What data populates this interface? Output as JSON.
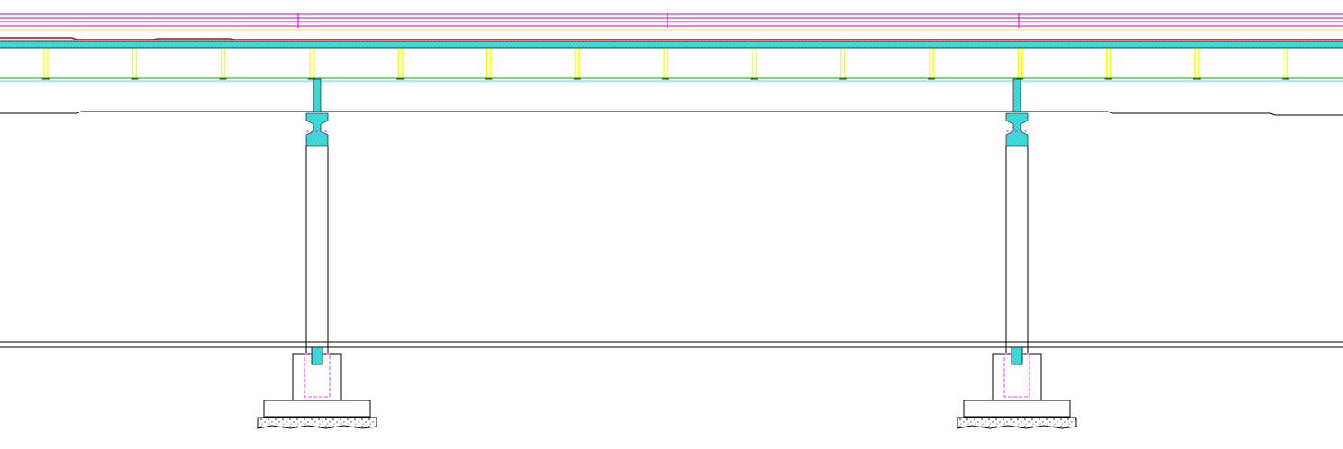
{
  "drawing": {
    "type": "structural elevation (CAD line drawing)",
    "colors": {
      "background": "#ffffff",
      "line": "#000000",
      "deck_hatch": "#40e0e0",
      "purlin_yellow": "#ffff00",
      "magenta_lines": "#cc00cc",
      "red_line": "#cc0000",
      "pink_dashed": "#ff00ff",
      "green_line": "#00aa00"
    },
    "purlin_count": 15,
    "column_count": 2,
    "labels": []
  }
}
